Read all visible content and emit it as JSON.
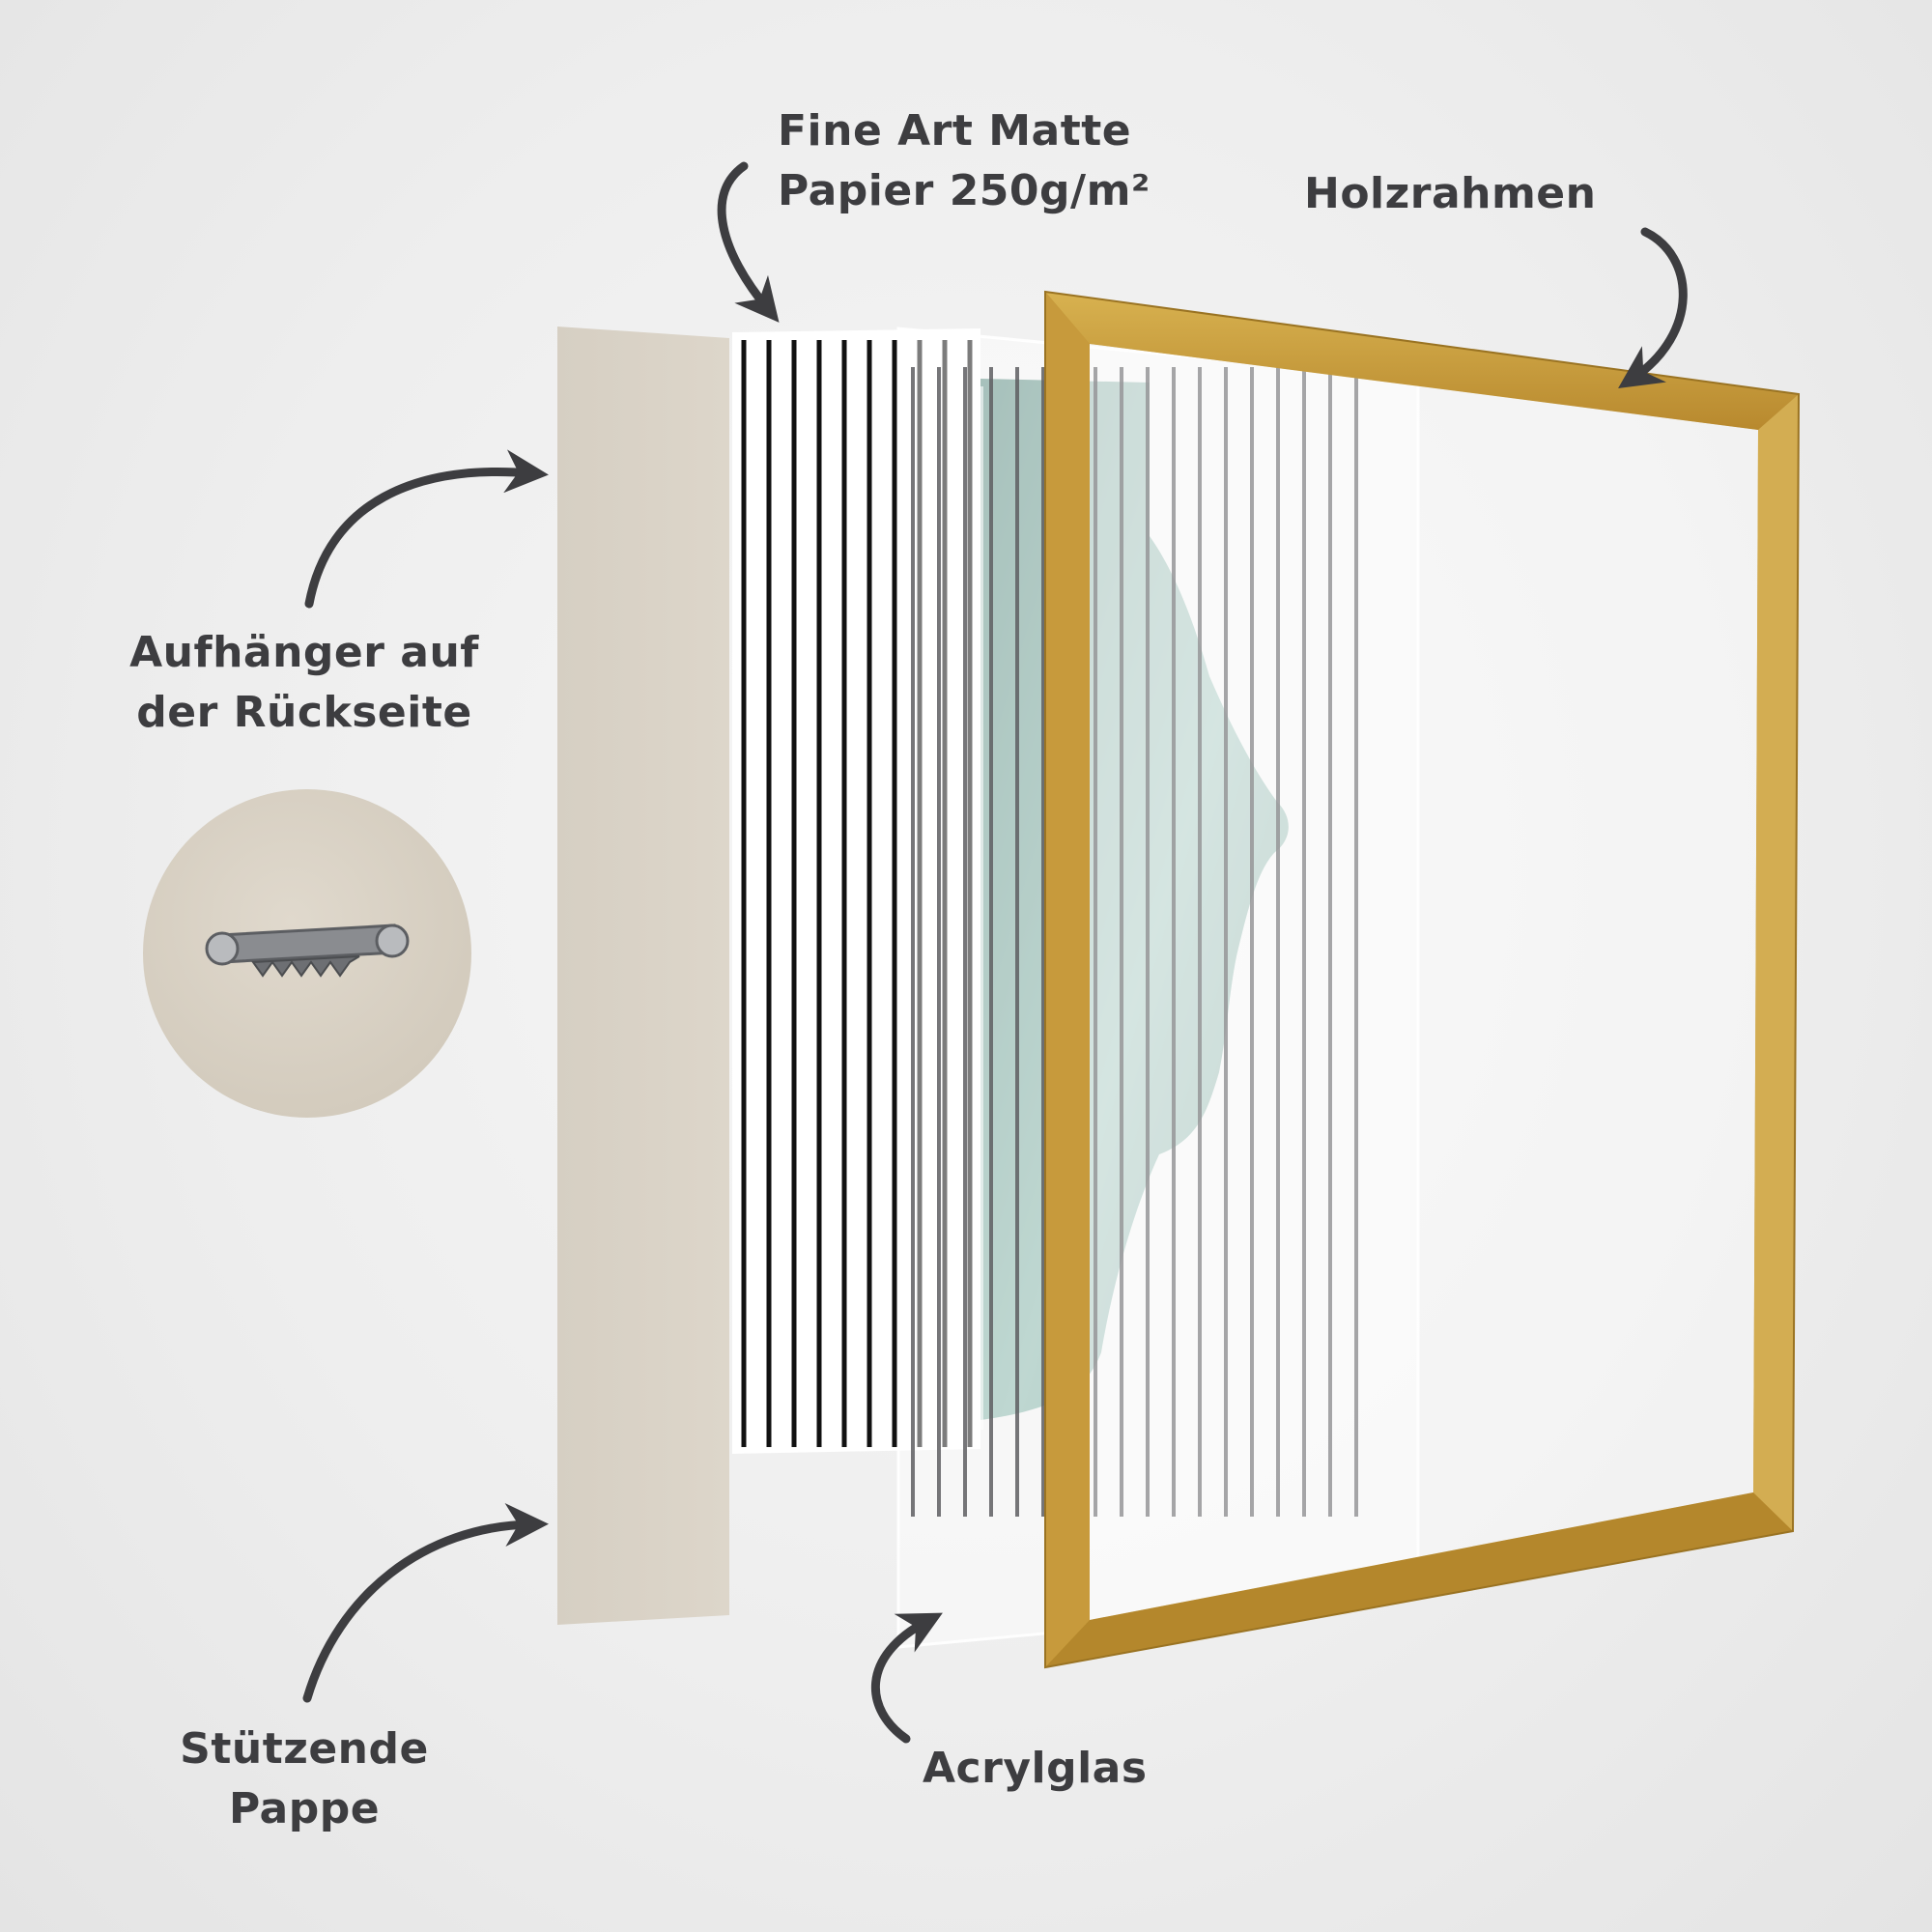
{
  "labels": {
    "paper": {
      "line1": "Fine Art Matte",
      "line2": "Papier 250g/m²"
    },
    "frame": "Holzrahmen",
    "hanger": {
      "line1": "Aufhänger auf",
      "line2": "der Rückseite"
    },
    "backing": {
      "line1": "Stützende",
      "line2": "Pappe"
    },
    "acrylic": "Acrylglas"
  },
  "colors": {
    "text": "#3d3d40",
    "arrow": "#3d3d40",
    "cardboard": "#d9d2c6",
    "frame_gold": "#c9a040",
    "artwork_green": "#6f9e93"
  },
  "icons": [
    "sawtooth-hanger-icon",
    "curved-arrow-icon"
  ]
}
